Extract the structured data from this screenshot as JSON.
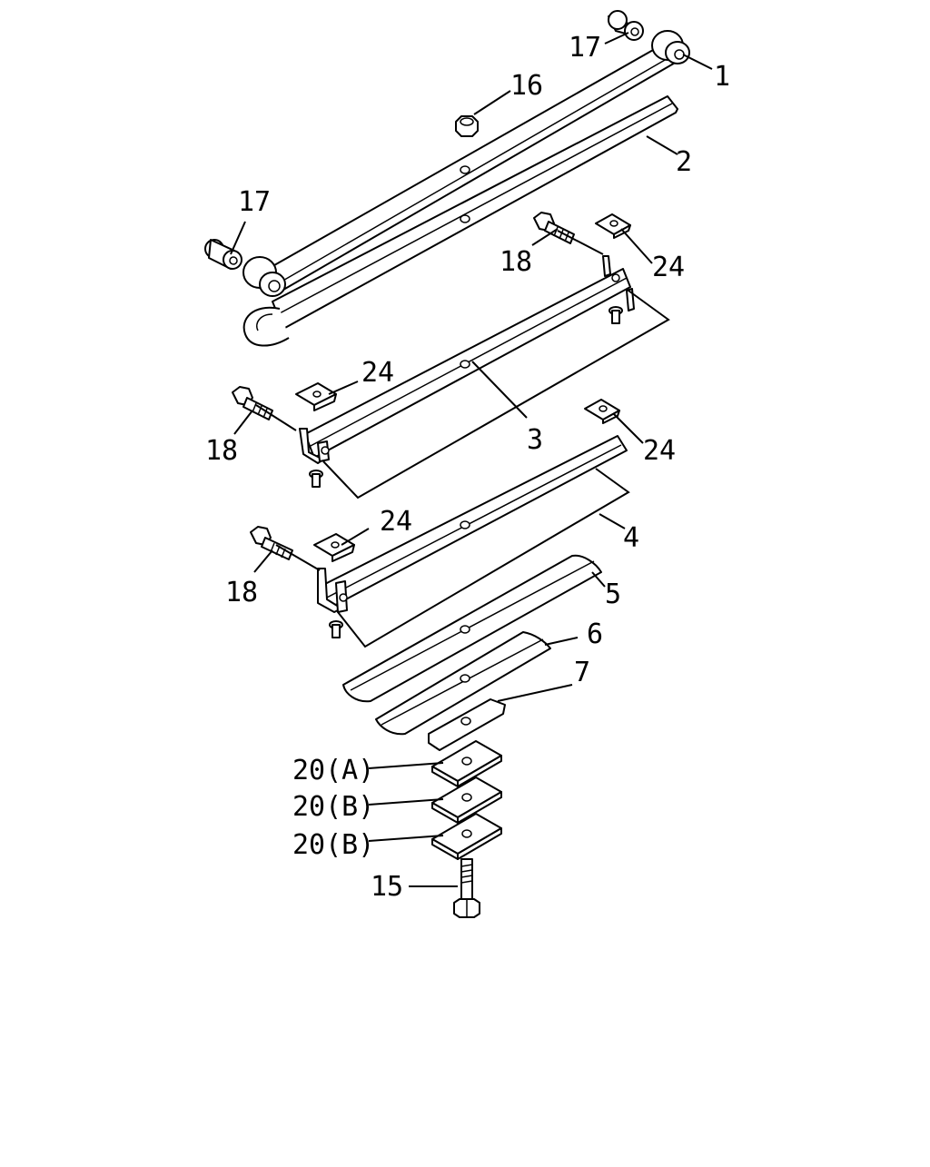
{
  "diagram": {
    "labels": [
      {
        "id": "l1",
        "text": "1"
      },
      {
        "id": "l2",
        "text": "2"
      },
      {
        "id": "l3",
        "text": "3"
      },
      {
        "id": "l4",
        "text": "4"
      },
      {
        "id": "l5",
        "text": "5"
      },
      {
        "id": "l6",
        "text": "6"
      },
      {
        "id": "l7",
        "text": "7"
      },
      {
        "id": "l15",
        "text": "15"
      },
      {
        "id": "l16",
        "text": "16"
      },
      {
        "id": "l17a",
        "text": "17"
      },
      {
        "id": "l17b",
        "text": "17"
      },
      {
        "id": "l18a",
        "text": "18"
      },
      {
        "id": "l18b",
        "text": "18"
      },
      {
        "id": "l18c",
        "text": "18"
      },
      {
        "id": "l20a",
        "text": "20(A)"
      },
      {
        "id": "l20b",
        "text": "20(B)"
      },
      {
        "id": "l20c",
        "text": "20(B)"
      },
      {
        "id": "l24a",
        "text": "24"
      },
      {
        "id": "l24b",
        "text": "24"
      },
      {
        "id": "l24c",
        "text": "24"
      },
      {
        "id": "l24d",
        "text": "24"
      }
    ]
  }
}
